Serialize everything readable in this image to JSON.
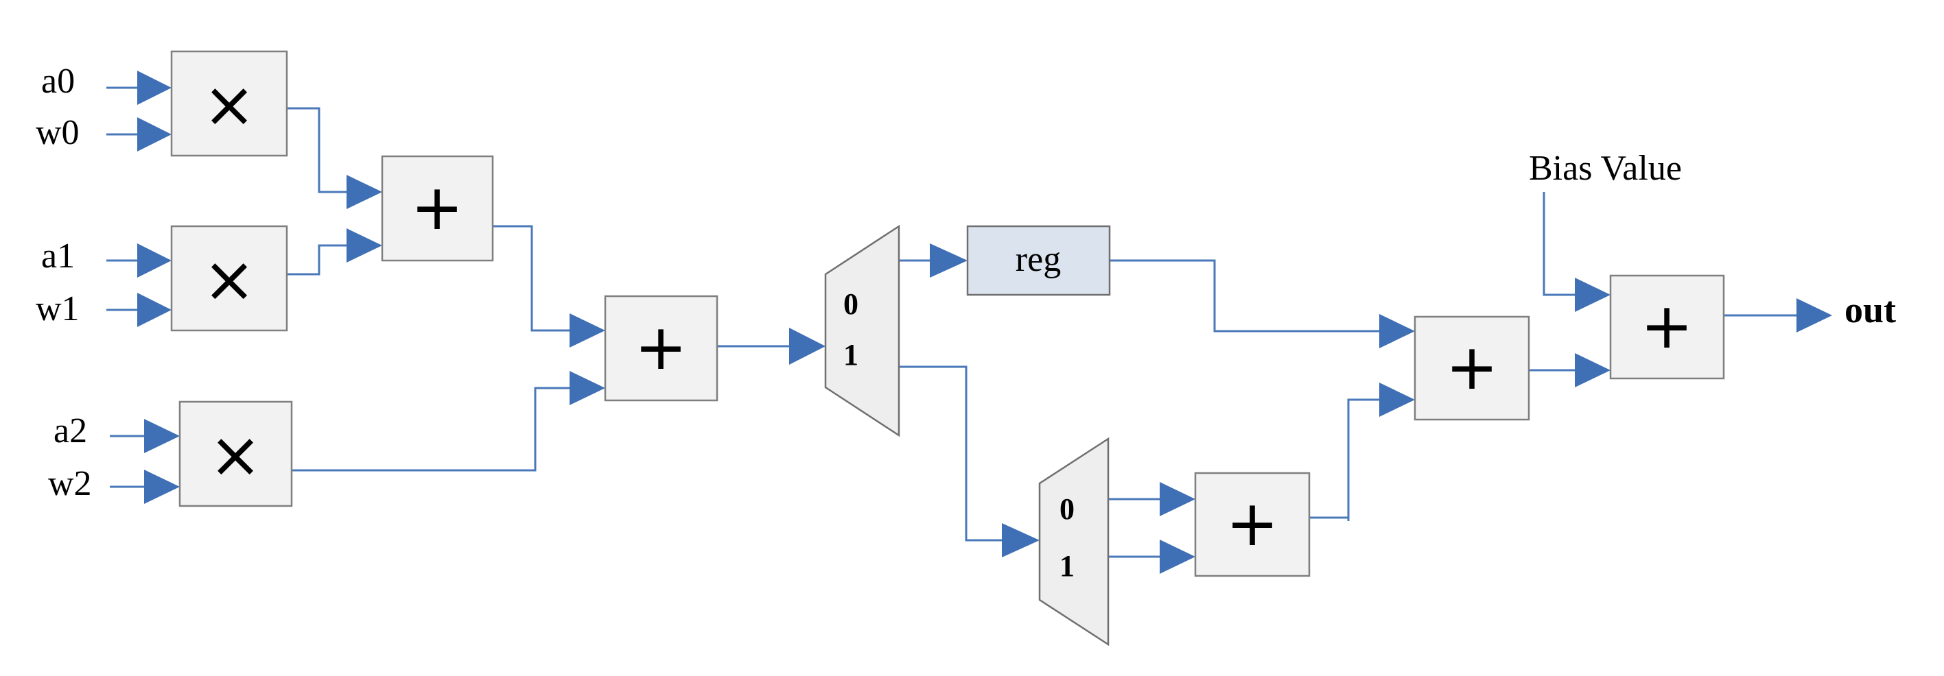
{
  "inputs": {
    "a0": "a0",
    "w0": "w0",
    "a1": "a1",
    "w1": "w1",
    "a2": "a2",
    "w2": "w2"
  },
  "operators": {
    "multiply": "×",
    "add": "+"
  },
  "register": {
    "label": "reg"
  },
  "mux1": {
    "in0": "0",
    "in1": "1"
  },
  "mux2": {
    "in0": "0",
    "in1": "1"
  },
  "bias": {
    "label": "Bias Value"
  },
  "output": {
    "label": "out"
  },
  "colors": {
    "wire": "#4a78b8",
    "arrow": "#3f6fb5",
    "block_fill": "#f2f2f2",
    "register_fill": "#dbe3ef"
  }
}
